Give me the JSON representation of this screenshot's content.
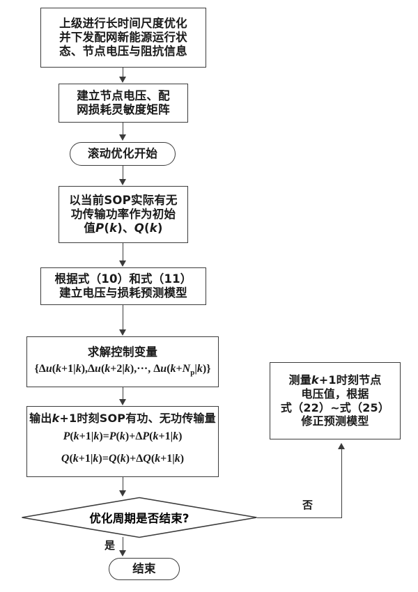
{
  "diagram": {
    "title": "配网SOP滚动优化控制流程图",
    "type": "flowchart",
    "colors": {
      "stroke": "#3b3b3b",
      "text": "#1a1a1a",
      "background": "#ffffff"
    },
    "nodes": {
      "n1": {
        "shape": "process",
        "lines": [
          "上级进行长时间尺度优化",
          "并下发配网新能源运行状",
          "态、节点电压与阻抗信息"
        ]
      },
      "n2": {
        "shape": "process",
        "lines": [
          "建立节点电压、配",
          "网损耗灵敏度矩阵"
        ]
      },
      "n3": {
        "shape": "terminal",
        "lines": [
          "滚动优化开始"
        ]
      },
      "n4": {
        "shape": "process",
        "lines": [
          "以当前SOP实际有无",
          "功传输功率作为初始"
        ],
        "formula": "值P(k)、Q(k)"
      },
      "n5": {
        "shape": "process",
        "lines": [
          "根据式（10）和式（11）",
          "建立电压与损耗预测模型"
        ]
      },
      "n6": {
        "shape": "process",
        "lines": [
          "求解控制变量"
        ],
        "formula": "{Δu(k+1|k),Δu(k+2|k),⋯, Δu(k+Np|k)}"
      },
      "n7": {
        "shape": "process",
        "lines": [
          "输出k+1时刻SOP有功、无功传输量"
        ],
        "formula1": "P(k+1|k)=P(k)+ΔP(k+1|k)",
        "formula2": "Q(k+1|k)=Q(k)+ΔQ(k+1|k)"
      },
      "n8": {
        "shape": "decision",
        "lines": [
          "优化周期是否结束?"
        ]
      },
      "n9": {
        "shape": "terminal",
        "lines": [
          "结束"
        ]
      },
      "n10": {
        "shape": "process",
        "lines": [
          "测量k+1时刻节点",
          "电压值，根据",
          "式（22）~式（25）",
          "修正预测模型"
        ]
      }
    },
    "edge_labels": {
      "no": "否",
      "yes": "是"
    }
  }
}
